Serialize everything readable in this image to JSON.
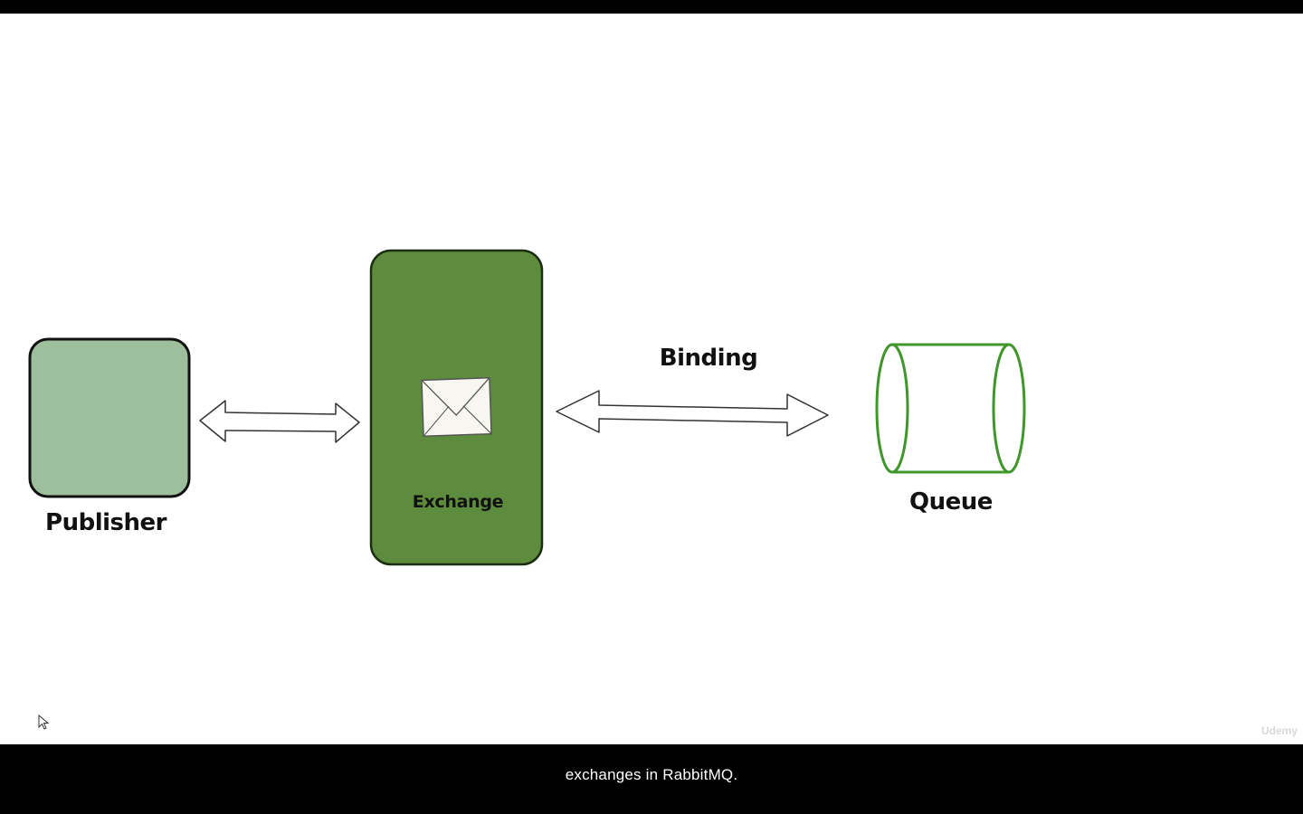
{
  "diagram": {
    "publisher_label": "Publisher",
    "exchange_label": "Exchange",
    "binding_label": "Binding",
    "queue_label": "Queue"
  },
  "caption": {
    "text": "exchanges in RabbitMQ."
  },
  "watermark": {
    "text": "Udemy"
  },
  "colors": {
    "publisher_fill": "#9dbf9b",
    "exchange_fill": "#5e8c3e",
    "queue_stroke": "#3f962a",
    "outline": "#111111"
  },
  "icons": {
    "envelope": "envelope-icon",
    "cursor": "mouse-cursor-icon"
  }
}
